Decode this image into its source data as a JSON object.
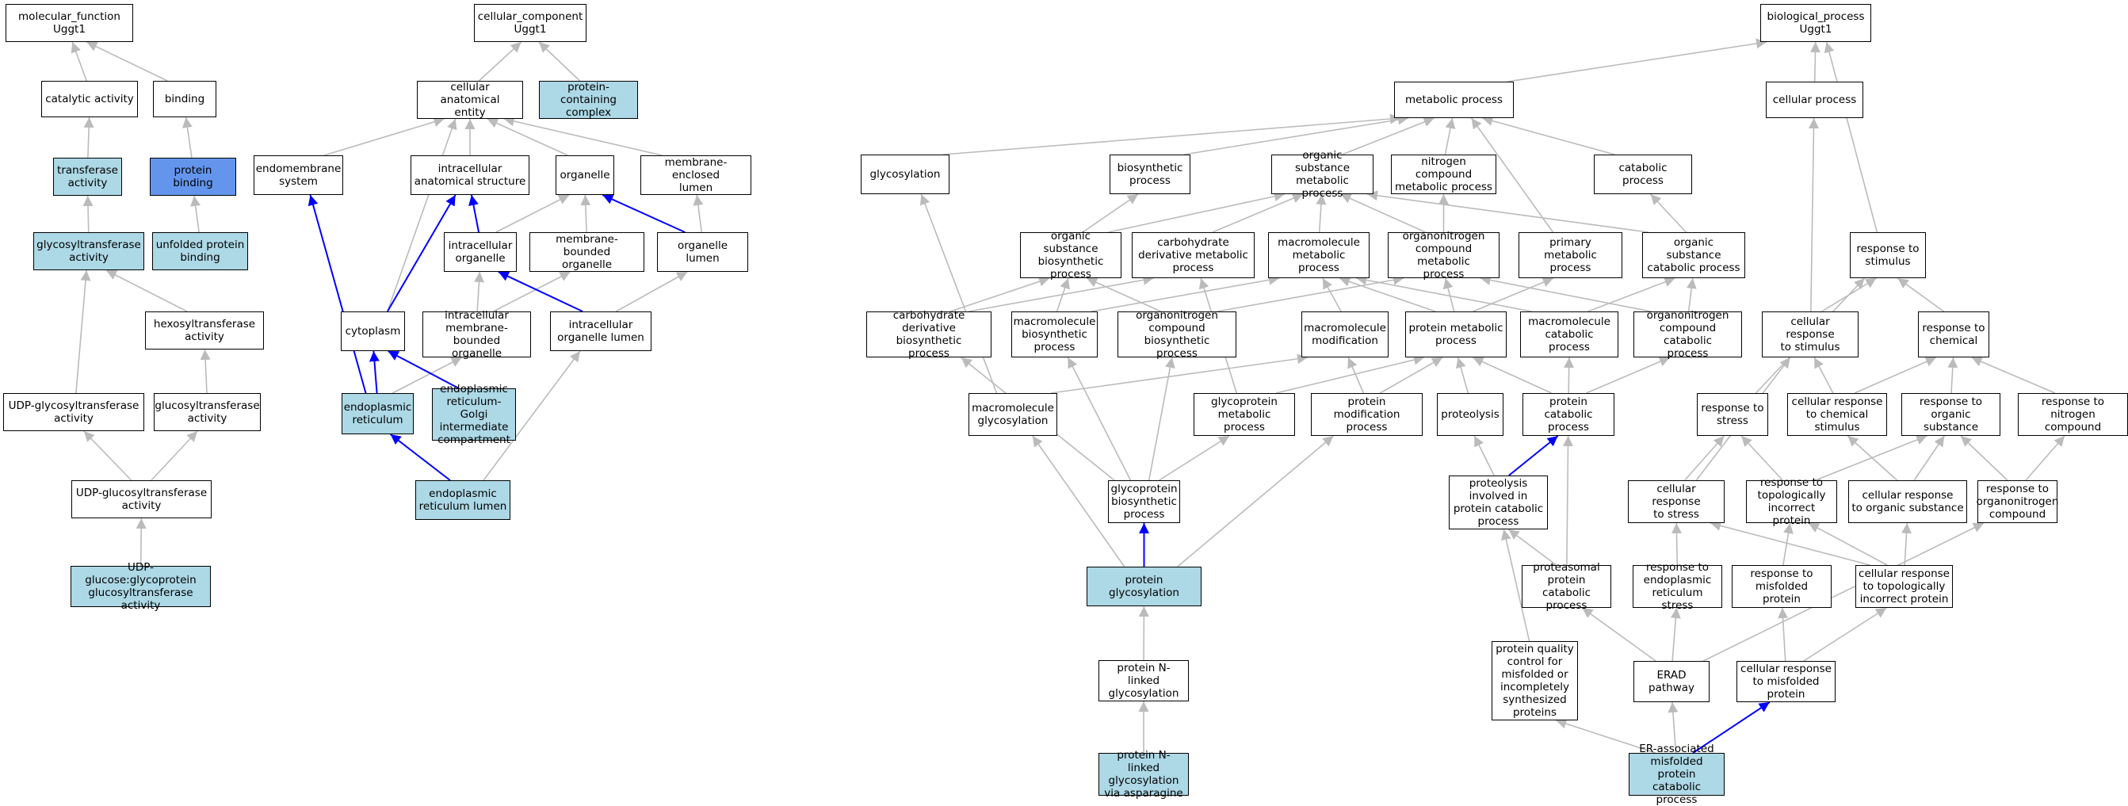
{
  "colors": {
    "highlight_fill": "#add8e6",
    "focus_fill": "#6495ed",
    "normal_fill": "#ffffff",
    "edge_gray": "#bbbbbb",
    "edge_blue": "#0000ff"
  },
  "nodes": {
    "mf_root": {
      "label": "molecular_function\nUggt1",
      "style": "normal"
    },
    "catalytic": {
      "label": "catalytic activity",
      "style": "normal"
    },
    "binding": {
      "label": "binding",
      "style": "normal"
    },
    "transferase": {
      "label": "transferase\nactivity",
      "style": "highlight"
    },
    "protein_binding": {
      "label": "protein binding",
      "style": "focus"
    },
    "glycosyltransferase": {
      "label": "glycosyltransferase\nactivity",
      "style": "highlight"
    },
    "unfolded_binding": {
      "label": "unfolded protein\nbinding",
      "style": "highlight"
    },
    "hexosyltransferase": {
      "label": "hexosyltransferase\nactivity",
      "style": "normal"
    },
    "udp_glycosyl": {
      "label": "UDP-glycosyltransferase\nactivity",
      "style": "normal"
    },
    "glucosyltransferase": {
      "label": "glucosyltransferase\nactivity",
      "style": "normal"
    },
    "udp_glucosyl": {
      "label": "UDP-glucosyltransferase\nactivity",
      "style": "normal"
    },
    "udp_glucose_gp": {
      "label": "UDP-glucose:glycoprotein\nglucosyltransferase\nactivity",
      "style": "highlight"
    },
    "cc_root": {
      "label": "cellular_component\nUggt1",
      "style": "normal"
    },
    "anat_entity": {
      "label": "cellular anatomical\nentity",
      "style": "normal"
    },
    "prot_complex": {
      "label": "protein-containing\ncomplex",
      "style": "highlight"
    },
    "endomembrane": {
      "label": "endomembrane\nsystem",
      "style": "normal"
    },
    "ic_struct": {
      "label": "intracellular\nanatomical structure",
      "style": "normal"
    },
    "organelle": {
      "label": "organelle",
      "style": "normal"
    },
    "mem_enc_lumen": {
      "label": "membrane-enclosed\nlumen",
      "style": "normal"
    },
    "ic_organelle": {
      "label": "intracellular\norganelle",
      "style": "normal"
    },
    "mem_bound_org": {
      "label": "membrane-bounded\norganelle",
      "style": "normal"
    },
    "org_lumen": {
      "label": "organelle lumen",
      "style": "normal"
    },
    "cytoplasm": {
      "label": "cytoplasm",
      "style": "normal"
    },
    "ic_mem_bound_org": {
      "label": "intracellular\nmembrane-bounded\norganelle",
      "style": "normal"
    },
    "ic_org_lumen": {
      "label": "intracellular\norganelle lumen",
      "style": "normal"
    },
    "er": {
      "label": "endoplasmic\nreticulum",
      "style": "highlight"
    },
    "ergic": {
      "label": "endoplasmic\nreticulum-Golgi\nintermediate\ncompartment",
      "style": "highlight"
    },
    "er_lumen": {
      "label": "endoplasmic\nreticulum lumen",
      "style": "highlight"
    },
    "bp_root": {
      "label": "biological_process\nUggt1",
      "style": "normal"
    },
    "metabolic": {
      "label": "metabolic process",
      "style": "normal"
    },
    "cellular_proc": {
      "label": "cellular process",
      "style": "normal"
    },
    "glycosylation": {
      "label": "glycosylation",
      "style": "normal"
    },
    "biosynthetic": {
      "label": "biosynthetic\nprocess",
      "style": "normal"
    },
    "org_sub_met": {
      "label": "organic substance\nmetabolic process",
      "style": "normal"
    },
    "nitrogen_met": {
      "label": "nitrogen compound\nmetabolic process",
      "style": "normal"
    },
    "catabolic": {
      "label": "catabolic process",
      "style": "normal"
    },
    "org_sub_bio": {
      "label": "organic substance\nbiosynthetic\nprocess",
      "style": "normal"
    },
    "carb_deriv_met": {
      "label": "carbohydrate\nderivative metabolic\nprocess",
      "style": "normal"
    },
    "macro_met": {
      "label": "macromolecule\nmetabolic process",
      "style": "normal"
    },
    "orgN_met": {
      "label": "organonitrogen\ncompound metabolic\nprocess",
      "style": "normal"
    },
    "primary_met": {
      "label": "primary metabolic\nprocess",
      "style": "normal"
    },
    "org_sub_cat": {
      "label": "organic substance\ncatabolic process",
      "style": "normal"
    },
    "resp_stimulus": {
      "label": "response to\nstimulus",
      "style": "normal"
    },
    "carb_deriv_bio": {
      "label": "carbohydrate\nderivative biosynthetic\nprocess",
      "style": "normal"
    },
    "macro_bio": {
      "label": "macromolecule\nbiosynthetic\nprocess",
      "style": "normal"
    },
    "orgN_bio": {
      "label": "organonitrogen\ncompound biosynthetic\nprocess",
      "style": "normal"
    },
    "macro_mod": {
      "label": "macromolecule\nmodification",
      "style": "normal"
    },
    "prot_met": {
      "label": "protein metabolic\nprocess",
      "style": "normal"
    },
    "macro_cat": {
      "label": "macromolecule\ncatabolic process",
      "style": "normal"
    },
    "orgN_cat": {
      "label": "organonitrogen\ncompound catabolic\nprocess",
      "style": "normal"
    },
    "cell_resp_stim": {
      "label": "cellular response\nto stimulus",
      "style": "normal"
    },
    "resp_chem": {
      "label": "response to\nchemical",
      "style": "normal"
    },
    "macro_glyc": {
      "label": "macromolecule\nglycosylation",
      "style": "normal"
    },
    "glycoprot_met": {
      "label": "glycoprotein\nmetabolic process",
      "style": "normal"
    },
    "prot_mod": {
      "label": "protein modification\nprocess",
      "style": "normal"
    },
    "proteolysis": {
      "label": "proteolysis",
      "style": "normal"
    },
    "prot_cat": {
      "label": "protein catabolic\nprocess",
      "style": "normal"
    },
    "resp_stress": {
      "label": "response to\nstress",
      "style": "normal"
    },
    "cell_resp_chem": {
      "label": "cellular response\nto chemical\nstimulus",
      "style": "normal"
    },
    "resp_org_sub": {
      "label": "response to\norganic substance",
      "style": "normal"
    },
    "resp_nitro": {
      "label": "response to\nnitrogen compound",
      "style": "normal"
    },
    "glycoprot_bio": {
      "label": "glycoprotein\nbiosynthetic\nprocess",
      "style": "normal"
    },
    "proteolysis_cat": {
      "label": "proteolysis\ninvolved in\nprotein catabolic\nprocess",
      "style": "normal"
    },
    "cell_resp_stress": {
      "label": "cellular response\nto stress",
      "style": "normal"
    },
    "resp_topo": {
      "label": "response to\ntopologically\nincorrect protein",
      "style": "normal"
    },
    "cell_resp_org": {
      "label": "cellular response\nto organic substance",
      "style": "normal"
    },
    "resp_orgN": {
      "label": "response to\norganonitrogen\ncompound",
      "style": "normal"
    },
    "prot_glyc": {
      "label": "protein glycosylation",
      "style": "highlight"
    },
    "proteasomal": {
      "label": "proteasomal\nprotein catabolic\nprocess",
      "style": "normal"
    },
    "resp_er_stress": {
      "label": "response to\nendoplasmic\nreticulum stress",
      "style": "normal"
    },
    "resp_misfolded": {
      "label": "response to\nmisfolded protein",
      "style": "normal"
    },
    "cell_resp_topo": {
      "label": "cellular response\nto topologically\nincorrect protein",
      "style": "normal"
    },
    "n_glyc": {
      "label": "protein N-linked\nglycosylation",
      "style": "normal"
    },
    "pqc": {
      "label": "protein quality\ncontrol for\nmisfolded or\nincompletely\nsynthesized\nproteins",
      "style": "normal"
    },
    "erad": {
      "label": "ERAD pathway",
      "style": "normal"
    },
    "cell_resp_misfolded": {
      "label": "cellular response\nto misfolded\nprotein",
      "style": "normal"
    },
    "n_glyc_asn": {
      "label": "protein N-linked\nglycosylation\nvia asparagine",
      "style": "highlight"
    },
    "er_misfolded_cat": {
      "label": "ER-associated\nmisfolded protein\ncatabolic process",
      "style": "highlight"
    }
  },
  "edges": [
    [
      "catalytic",
      "mf_root",
      "gray"
    ],
    [
      "binding",
      "mf_root",
      "gray"
    ],
    [
      "transferase",
      "catalytic",
      "gray"
    ],
    [
      "protein_binding",
      "binding",
      "gray"
    ],
    [
      "glycosyltransferase",
      "transferase",
      "gray"
    ],
    [
      "unfolded_binding",
      "protein_binding",
      "gray"
    ],
    [
      "hexosyltransferase",
      "glycosyltransferase",
      "gray"
    ],
    [
      "udp_glycosyl",
      "glycosyltransferase",
      "gray"
    ],
    [
      "glucosyltransferase",
      "hexosyltransferase",
      "gray"
    ],
    [
      "udp_glucosyl",
      "udp_glycosyl",
      "gray"
    ],
    [
      "udp_glucosyl",
      "glucosyltransferase",
      "gray"
    ],
    [
      "udp_glucose_gp",
      "udp_glucosyl",
      "gray"
    ],
    [
      "anat_entity",
      "cc_root",
      "gray"
    ],
    [
      "prot_complex",
      "cc_root",
      "gray"
    ],
    [
      "endomembrane",
      "anat_entity",
      "gray"
    ],
    [
      "ic_struct",
      "anat_entity",
      "gray"
    ],
    [
      "organelle",
      "anat_entity",
      "gray"
    ],
    [
      "mem_enc_lumen",
      "anat_entity",
      "gray"
    ],
    [
      "cytoplasm",
      "anat_entity",
      "gray"
    ],
    [
      "ic_organelle",
      "organelle",
      "gray"
    ],
    [
      "mem_bound_org",
      "organelle",
      "gray"
    ],
    [
      "ic_organelle",
      "ic_struct",
      "blue"
    ],
    [
      "org_lumen",
      "organelle",
      "blue"
    ],
    [
      "org_lumen",
      "mem_enc_lumen",
      "gray"
    ],
    [
      "ic_mem_bound_org",
      "ic_organelle",
      "gray"
    ],
    [
      "ic_mem_bound_org",
      "mem_bound_org",
      "gray"
    ],
    [
      "ic_org_lumen",
      "ic_organelle",
      "blue"
    ],
    [
      "ic_org_lumen",
      "org_lumen",
      "gray"
    ],
    [
      "cytoplasm",
      "ic_struct",
      "blue"
    ],
    [
      "er",
      "endomembrane",
      "blue"
    ],
    [
      "er",
      "cytoplasm",
      "blue"
    ],
    [
      "er",
      "ic_mem_bound_org",
      "gray"
    ],
    [
      "ergic",
      "cytoplasm",
      "blue"
    ],
    [
      "er_lumen",
      "er",
      "blue"
    ],
    [
      "er_lumen",
      "ic_org_lumen",
      "gray"
    ],
    [
      "metabolic",
      "bp_root",
      "gray"
    ],
    [
      "cellular_proc",
      "bp_root",
      "gray"
    ],
    [
      "resp_stimulus",
      "bp_root",
      "gray"
    ],
    [
      "glycosylation",
      "metabolic",
      "gray"
    ],
    [
      "biosynthetic",
      "metabolic",
      "gray"
    ],
    [
      "org_sub_met",
      "metabolic",
      "gray"
    ],
    [
      "nitrogen_met",
      "metabolic",
      "gray"
    ],
    [
      "catabolic",
      "metabolic",
      "gray"
    ],
    [
      "primary_met",
      "metabolic",
      "gray"
    ],
    [
      "org_sub_bio",
      "biosynthetic",
      "gray"
    ],
    [
      "org_sub_bio",
      "org_sub_met",
      "gray"
    ],
    [
      "carb_deriv_met",
      "org_sub_met",
      "gray"
    ],
    [
      "macro_met",
      "org_sub_met",
      "gray"
    ],
    [
      "orgN_met",
      "org_sub_met",
      "gray"
    ],
    [
      "orgN_met",
      "nitrogen_met",
      "gray"
    ],
    [
      "org_sub_cat",
      "catabolic",
      "gray"
    ],
    [
      "org_sub_cat",
      "org_sub_met",
      "gray"
    ],
    [
      "carb_deriv_bio",
      "org_sub_bio",
      "gray"
    ],
    [
      "carb_deriv_bio",
      "carb_deriv_met",
      "gray"
    ],
    [
      "macro_bio",
      "org_sub_bio",
      "gray"
    ],
    [
      "macro_bio",
      "macro_met",
      "gray"
    ],
    [
      "orgN_bio",
      "org_sub_bio",
      "gray"
    ],
    [
      "orgN_bio",
      "orgN_met",
      "gray"
    ],
    [
      "macro_mod",
      "macro_met",
      "gray"
    ],
    [
      "prot_met",
      "macro_met",
      "gray"
    ],
    [
      "prot_met",
      "orgN_met",
      "gray"
    ],
    [
      "prot_met",
      "primary_met",
      "gray"
    ],
    [
      "macro_cat",
      "macro_met",
      "gray"
    ],
    [
      "macro_cat",
      "org_sub_cat",
      "gray"
    ],
    [
      "orgN_cat",
      "orgN_met",
      "gray"
    ],
    [
      "orgN_cat",
      "org_sub_cat",
      "gray"
    ],
    [
      "cell_resp_stim",
      "cellular_proc",
      "gray"
    ],
    [
      "cell_resp_stim",
      "resp_stimulus",
      "gray"
    ],
    [
      "resp_chem",
      "resp_stimulus",
      "gray"
    ],
    [
      "macro_glyc",
      "glycosylation",
      "gray"
    ],
    [
      "macro_glyc",
      "macro_mod",
      "gray"
    ],
    [
      "glycoprot_met",
      "prot_met",
      "gray"
    ],
    [
      "glycoprot_met",
      "carb_deriv_met",
      "gray"
    ],
    [
      "prot_mod",
      "macro_mod",
      "gray"
    ],
    [
      "prot_mod",
      "prot_met",
      "gray"
    ],
    [
      "proteolysis",
      "prot_met",
      "gray"
    ],
    [
      "prot_cat",
      "prot_met",
      "gray"
    ],
    [
      "prot_cat",
      "macro_cat",
      "gray"
    ],
    [
      "prot_cat",
      "orgN_cat",
      "gray"
    ],
    [
      "resp_stress",
      "resp_stimulus",
      "gray"
    ],
    [
      "cell_resp_chem",
      "cell_resp_stim",
      "gray"
    ],
    [
      "cell_resp_chem",
      "resp_chem",
      "gray"
    ],
    [
      "resp_org_sub",
      "resp_chem",
      "gray"
    ],
    [
      "resp_nitro",
      "resp_chem",
      "gray"
    ],
    [
      "glycoprot_bio",
      "glycoprot_met",
      "gray"
    ],
    [
      "glycoprot_bio",
      "carb_deriv_bio",
      "gray"
    ],
    [
      "glycoprot_bio",
      "macro_bio",
      "gray"
    ],
    [
      "glycoprot_bio",
      "orgN_bio",
      "gray"
    ],
    [
      "proteolysis_cat",
      "prot_cat",
      "blue"
    ],
    [
      "proteolysis_cat",
      "proteolysis",
      "gray"
    ],
    [
      "cell_resp_stress",
      "resp_stress",
      "gray"
    ],
    [
      "cell_resp_stress",
      "cell_resp_stim",
      "gray"
    ],
    [
      "resp_topo",
      "resp_stress",
      "gray"
    ],
    [
      "resp_topo",
      "resp_org_sub",
      "gray"
    ],
    [
      "cell_resp_org",
      "cell_resp_chem",
      "gray"
    ],
    [
      "cell_resp_org",
      "resp_org_sub",
      "gray"
    ],
    [
      "resp_orgN",
      "resp_org_sub",
      "gray"
    ],
    [
      "resp_orgN",
      "resp_nitro",
      "gray"
    ],
    [
      "prot_glyc",
      "glycoprot_bio",
      "blue"
    ],
    [
      "prot_glyc",
      "macro_glyc",
      "gray"
    ],
    [
      "prot_glyc",
      "prot_mod",
      "gray"
    ],
    [
      "proteasomal",
      "proteolysis_cat",
      "gray"
    ],
    [
      "proteasomal",
      "prot_cat",
      "gray"
    ],
    [
      "resp_er_stress",
      "cell_resp_stress",
      "gray"
    ],
    [
      "resp_misfolded",
      "resp_topo",
      "gray"
    ],
    [
      "cell_resp_topo",
      "resp_topo",
      "gray"
    ],
    [
      "cell_resp_topo",
      "cell_resp_stress",
      "gray"
    ],
    [
      "cell_resp_topo",
      "cell_resp_org",
      "gray"
    ],
    [
      "n_glyc",
      "prot_glyc",
      "gray"
    ],
    [
      "pqc",
      "proteolysis_cat",
      "gray"
    ],
    [
      "erad",
      "proteasomal",
      "gray"
    ],
    [
      "erad",
      "resp_er_stress",
      "gray"
    ],
    [
      "erad",
      "resp_orgN",
      "gray"
    ],
    [
      "cell_resp_misfolded",
      "resp_misfolded",
      "gray"
    ],
    [
      "cell_resp_misfolded",
      "cell_resp_topo",
      "gray"
    ],
    [
      "n_glyc_asn",
      "n_glyc",
      "gray"
    ],
    [
      "er_misfolded_cat",
      "pqc",
      "gray"
    ],
    [
      "er_misfolded_cat",
      "erad",
      "gray"
    ],
    [
      "er_misfolded_cat",
      "cell_resp_misfolded",
      "blue"
    ]
  ]
}
